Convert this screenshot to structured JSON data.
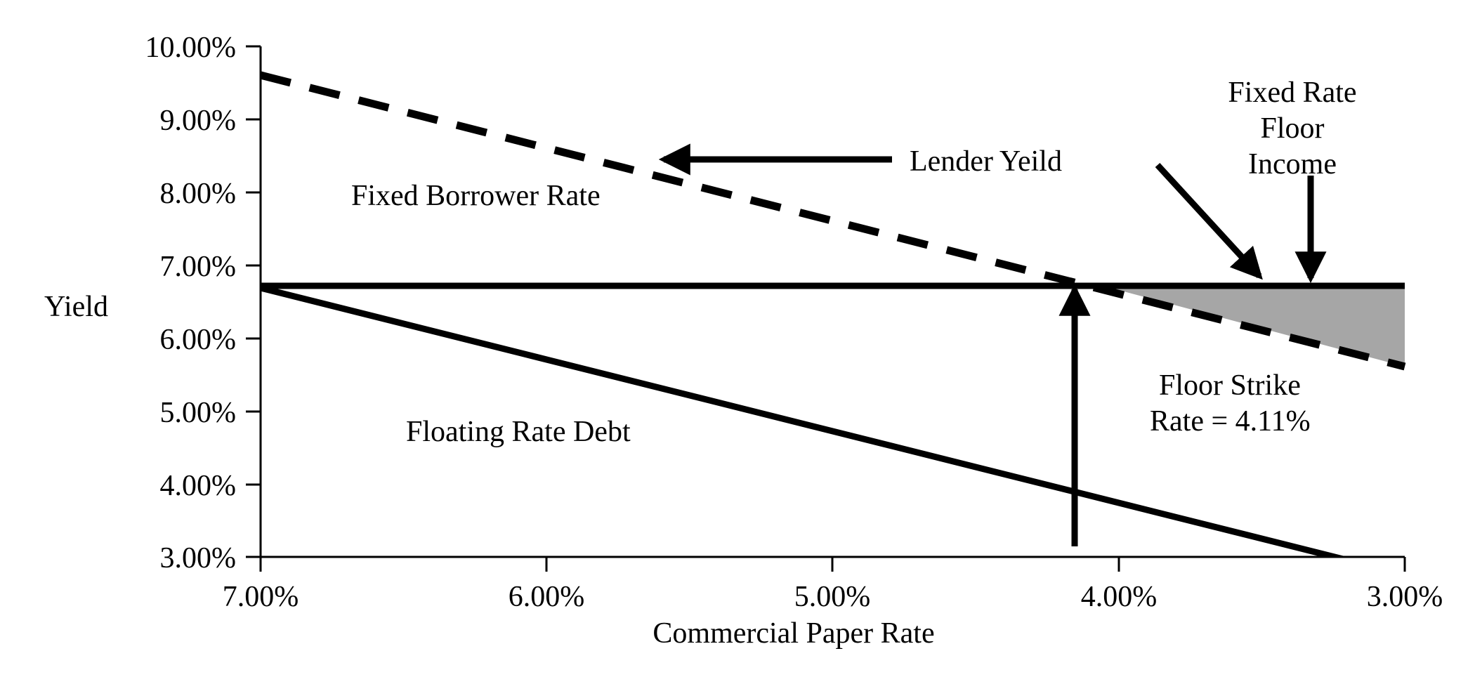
{
  "chart_data": {
    "type": "line",
    "title": "",
    "xlabel": "Commercial Paper Rate",
    "ylabel": "Yield",
    "x_tick_labels": [
      "7.00%",
      "6.00%",
      "5.00%",
      "4.00%",
      "3.00%"
    ],
    "x_tick_values": [
      7.0,
      6.0,
      5.0,
      4.0,
      3.0
    ],
    "xlim": [
      7.0,
      3.0
    ],
    "x_axis_reversed": true,
    "y_tick_labels": [
      "3.00%",
      "4.00%",
      "5.00%",
      "6.00%",
      "7.00%",
      "8.00%",
      "9.00%",
      "10.00%"
    ],
    "y_tick_values": [
      3.0,
      4.0,
      5.0,
      6.0,
      7.0,
      8.0,
      9.0,
      10.0
    ],
    "ylim": [
      3.0,
      10.0
    ],
    "grid": false,
    "legend": "none",
    "series": [
      {
        "name": "Lender Yeild",
        "style": "dashed",
        "color": "#000000",
        "x": [
          7.0,
          3.0
        ],
        "y": [
          9.61,
          5.62
        ]
      },
      {
        "name": "Fixed Borrower Rate",
        "style": "solid",
        "color": "#000000",
        "x": [
          7.0,
          3.0
        ],
        "y": [
          6.76,
          6.76
        ]
      },
      {
        "name": "Floating Rate Debt",
        "style": "solid",
        "color": "#000000",
        "x": [
          7.0,
          3.0
        ],
        "y": [
          6.73,
          2.79
        ]
      }
    ],
    "shaded_region": {
      "name": "Fixed Rate Floor Income",
      "fill": "#a6a6a6",
      "x_start": 4.11,
      "x_end": 3.0,
      "upper_y": 6.76,
      "lower_y_start": 6.76,
      "lower_y_end": 5.62
    },
    "annotations": [
      {
        "id": "fixed-borrower-rate",
        "text": "Fixed Borrower Rate"
      },
      {
        "id": "lender-yeild",
        "text": "Lender Yeild"
      },
      {
        "id": "floating-rate-debt",
        "text": "Floating Rate Debt"
      },
      {
        "id": "fixed-rate-floor-income-l1",
        "text": "Fixed Rate"
      },
      {
        "id": "fixed-rate-floor-income-l2",
        "text": "Floor"
      },
      {
        "id": "fixed-rate-floor-income-l3",
        "text": "Income"
      },
      {
        "id": "floor-strike-l1",
        "text": "Floor Strike"
      },
      {
        "id": "floor-strike-l2",
        "text": "Rate = 4.11%"
      }
    ],
    "colors": {
      "line": "#000000",
      "axis": "#000000",
      "shade": "#a6a6a6",
      "background": "#ffffff"
    }
  },
  "axis": {
    "y_title": "Yield",
    "x_title": "Commercial Paper Rate",
    "y_ticks": [
      {
        "label": "10.00%"
      },
      {
        "label": "9.00%"
      },
      {
        "label": "8.00%"
      },
      {
        "label": "7.00%"
      },
      {
        "label": "6.00%"
      },
      {
        "label": "5.00%"
      },
      {
        "label": "4.00%"
      },
      {
        "label": "3.00%"
      }
    ],
    "x_ticks": [
      {
        "label": "7.00%"
      },
      {
        "label": "6.00%"
      },
      {
        "label": "5.00%"
      },
      {
        "label": "4.00%"
      },
      {
        "label": "3.00%"
      }
    ]
  },
  "labels": {
    "fixed_borrower_rate": "Fixed Borrower Rate",
    "lender_yeild": "Lender Yeild",
    "floating_rate_debt": "Floating Rate Debt",
    "floor_income_line1": "Fixed Rate",
    "floor_income_line2": "Floor",
    "floor_income_line3": "Income",
    "floor_strike_line1": "Floor Strike",
    "floor_strike_line2": "Rate = 4.11%"
  }
}
